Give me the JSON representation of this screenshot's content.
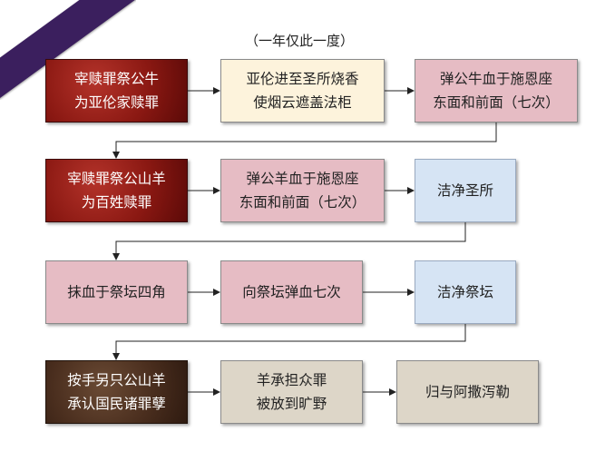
{
  "banner": {
    "title": "赎罪日"
  },
  "note": "（一年仅此一度）",
  "rows": [
    {
      "boxes": [
        {
          "text": "宰赎罪祭公牛\n为亚伦家赎罪"
        },
        {
          "text": "亚伦进至圣所烧香\n使烟云遮盖法柜"
        },
        {
          "text": "弹公牛血于施恩座\n东面和前面（七次）"
        }
      ]
    },
    {
      "boxes": [
        {
          "text": "宰赎罪祭公山羊\n为百姓赎罪"
        },
        {
          "text": "弹公羊血于施恩座\n东面和前面（七次）"
        },
        {
          "text": "洁净圣所"
        }
      ]
    },
    {
      "boxes": [
        {
          "text": "抹血于祭坛四角"
        },
        {
          "text": "向祭坛弹血七次"
        },
        {
          "text": "洁净祭坛"
        }
      ]
    },
    {
      "boxes": [
        {
          "text": "按手另只公山羊\n承认国民诸罪孽"
        },
        {
          "text": "羊承担众罪\n被放到旷野"
        },
        {
          "text": "归与阿撒泻勒"
        }
      ]
    }
  ]
}
